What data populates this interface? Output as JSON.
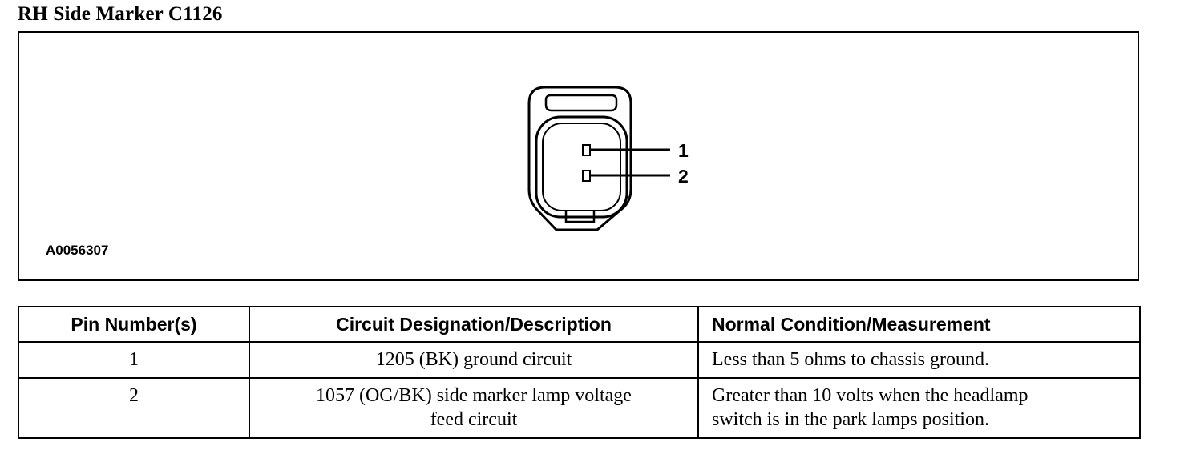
{
  "document": {
    "title": "RH Side Marker C1126"
  },
  "figure": {
    "id": "A0056307",
    "pin_labels": [
      "1",
      "2"
    ]
  },
  "table": {
    "headers": [
      "Pin Number(s)",
      "Circuit Designation/Description",
      "Normal Condition/Measurement"
    ],
    "rows": [
      {
        "pin": "1",
        "circuit": [
          "1205 (BK) ground circuit"
        ],
        "condition": [
          "Less than 5 ohms to chassis ground."
        ]
      },
      {
        "pin": "2",
        "circuit": [
          "1057 (OG/BK) side marker lamp voltage",
          "feed circuit"
        ],
        "condition": [
          "Greater than 10 volts when the headlamp",
          "switch is in the park lamps position."
        ]
      }
    ]
  }
}
